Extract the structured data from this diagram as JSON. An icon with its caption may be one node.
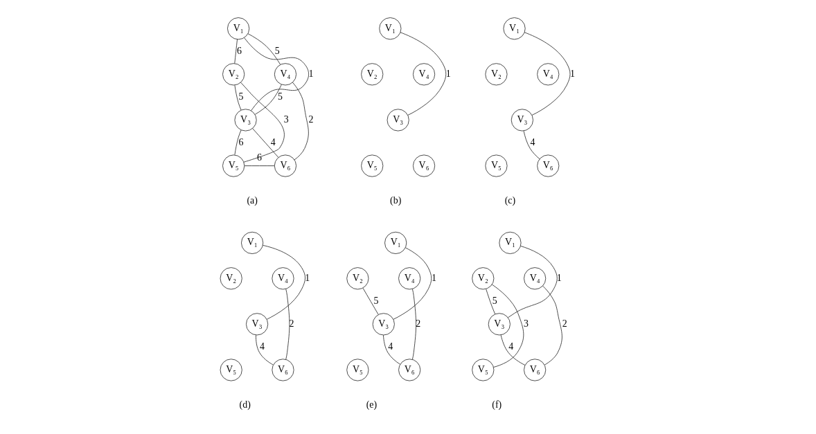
{
  "diagram": {
    "nodes": [
      {
        "text": [
          "V₁"
        ]
      },
      {
        "text": [
          "V₂"
        ]
      },
      {
        "text": [
          "V₃"
        ]
      },
      {
        "text": [
          "V₄"
        ]
      },
      {
        "text": [
          "V₅"
        ]
      },
      {
        "text": [
          "V₆"
        ]
      },
      {
        "text": [
          "V₁"
        ]
      },
      {
        "text": [
          "V₂"
        ]
      },
      {
        "text": [
          "V₃"
        ]
      },
      {
        "text": [
          "V₄"
        ]
      },
      {
        "text": [
          "V₅"
        ]
      },
      {
        "text": [
          "V₆"
        ]
      },
      {
        "text": [
          "V₁"
        ]
      },
      {
        "text": [
          "V₂"
        ]
      },
      {
        "text": [
          "V₃"
        ]
      },
      {
        "text": [
          "V₄"
        ]
      },
      {
        "text": [
          "V₅"
        ]
      },
      {
        "text": [
          "V₆"
        ]
      },
      {
        "text": [
          "V₁"
        ]
      },
      {
        "text": [
          "V₂"
        ]
      },
      {
        "text": [
          "V₃"
        ]
      },
      {
        "text": [
          "V₄"
        ]
      },
      {
        "text": [
          "V₅"
        ]
      },
      {
        "text": [
          "V₆"
        ]
      },
      {
        "text": [
          "V₁"
        ]
      },
      {
        "text": [
          "V₂"
        ]
      },
      {
        "text": [
          "V₃"
        ]
      },
      {
        "text": [
          "V₄"
        ]
      },
      {
        "text": [
          "V₅"
        ]
      },
      {
        "text": [
          "V₆"
        ]
      },
      {
        "text": [
          "V₁"
        ]
      },
      {
        "text": [
          "V₂"
        ]
      },
      {
        "text": [
          "V₃"
        ]
      },
      {
        "text": [
          "V₄"
        ]
      },
      {
        "text": [
          "V₅"
        ]
      },
      {
        "text": [
          "V₆"
        ]
      }
    ],
    "edges": [
      {
        "from": 0,
        "to": 1,
        "arrow": "none",
        "label": "6"
      },
      {
        "from": 0,
        "to": 2,
        "arrow": "none",
        "label": "1"
      },
      {
        "from": 0,
        "to": 3,
        "arrow": "none",
        "label": "5"
      },
      {
        "from": 1,
        "to": 2,
        "arrow": "none",
        "label": "5"
      },
      {
        "from": 2,
        "to": 3,
        "arrow": "none",
        "label": "5"
      },
      {
        "from": 1,
        "to": 4,
        "arrow": "none",
        "label": "3"
      },
      {
        "from": 2,
        "to": 4,
        "arrow": "none",
        "label": "6"
      },
      {
        "from": 2,
        "to": 5,
        "arrow": "none",
        "label": "4"
      },
      {
        "from": 3,
        "to": 5,
        "arrow": "none",
        "label": "2"
      },
      {
        "from": 4,
        "to": 5,
        "arrow": "none",
        "label": "6"
      },
      {
        "from": 6,
        "to": 8,
        "arrow": "none",
        "label": "1"
      },
      {
        "from": 12,
        "to": 14,
        "arrow": "none",
        "label": "1"
      },
      {
        "from": 14,
        "to": 17,
        "arrow": "none",
        "label": "4"
      },
      {
        "from": 18,
        "to": 20,
        "arrow": "none",
        "label": "1"
      },
      {
        "from": 20,
        "to": 23,
        "arrow": "none",
        "label": "4"
      },
      {
        "from": 21,
        "to": 23,
        "arrow": "none",
        "label": "2"
      },
      {
        "from": 24,
        "to": 26,
        "arrow": "none",
        "label": "1"
      },
      {
        "from": 25,
        "to": 26,
        "arrow": "none",
        "label": "5"
      },
      {
        "from": 26,
        "to": 29,
        "arrow": "none",
        "label": "4"
      },
      {
        "from": 27,
        "to": 29,
        "arrow": "none",
        "label": "2"
      },
      {
        "from": 30,
        "to": 32,
        "arrow": "none",
        "label": "1"
      },
      {
        "from": 31,
        "to": 32,
        "arrow": "none",
        "label": "5"
      },
      {
        "from": 31,
        "to": 34,
        "arrow": "none",
        "label": "3"
      },
      {
        "from": 32,
        "to": 35,
        "arrow": "none",
        "label": "4"
      },
      {
        "from": 33,
        "to": 35,
        "arrow": "none",
        "label": "2"
      }
    ],
    "labels": [
      "(a)",
      "(b)",
      "(c)",
      "(d)",
      "(e)",
      "(f)"
    ]
  }
}
